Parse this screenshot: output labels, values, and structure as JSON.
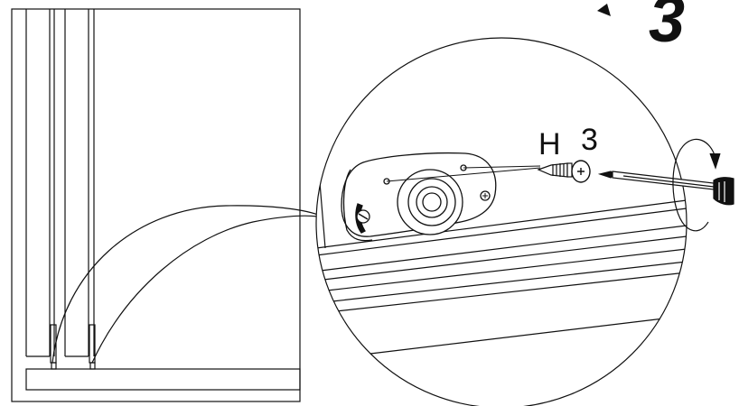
{
  "step_number": "3",
  "labels": {
    "part_letter": "H",
    "part_quantity": "3"
  },
  "colors": {
    "line": "#111111",
    "background": "#ffffff"
  },
  "icons": [
    "rotation-arrow-icon",
    "screwdriver-icon",
    "screw-icon",
    "washer-icon"
  ]
}
